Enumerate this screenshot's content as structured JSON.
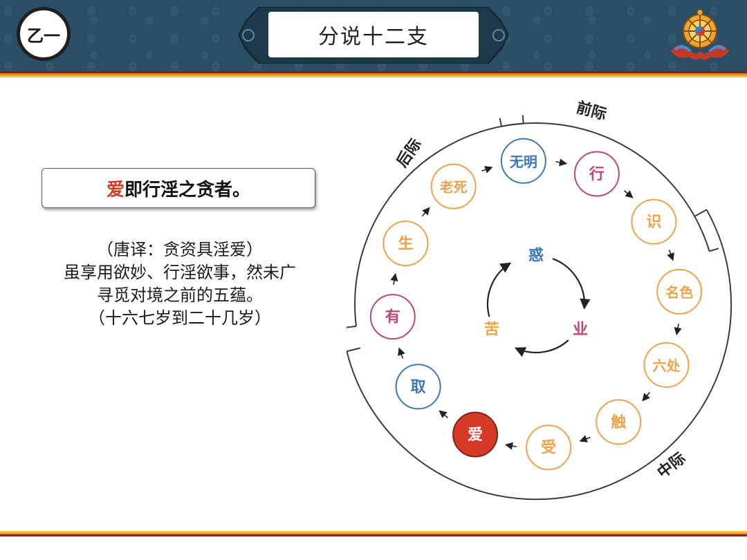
{
  "header": {
    "badge": "乙一",
    "title": "分说十二支"
  },
  "quote": {
    "highlight": "爱",
    "rest": "即行淫之贪者。"
  },
  "notes": [
    "（唐译：贪资具淫爱）",
    "虽享用欲妙、行淫欲事，然未广",
    "寻觅对境之前的五蕴。",
    "（十六七岁到二十几岁）"
  ],
  "diagram": {
    "arcs": {
      "past": "前际",
      "present": "中际",
      "future": "后际"
    },
    "links": [
      {
        "label": "无明",
        "color": "blue"
      },
      {
        "label": "行",
        "color": "pink"
      },
      {
        "label": "识",
        "color": "orange"
      },
      {
        "label": "名色",
        "color": "orange"
      },
      {
        "label": "六处",
        "color": "orange"
      },
      {
        "label": "触",
        "color": "orange"
      },
      {
        "label": "受",
        "color": "orange"
      },
      {
        "label": "爱",
        "color": "red"
      },
      {
        "label": "取",
        "color": "blue"
      },
      {
        "label": "有",
        "color": "pink"
      },
      {
        "label": "生",
        "color": "orange"
      },
      {
        "label": "老死",
        "color": "orange"
      }
    ],
    "center": {
      "delusion": "惑",
      "karma": "业",
      "suffering": "苦"
    }
  },
  "colors": {
    "blue": "#3b78b7",
    "pink": "#c2457a",
    "orange": "#f0a24a",
    "red": "#d63a26",
    "header": "#294e66"
  }
}
